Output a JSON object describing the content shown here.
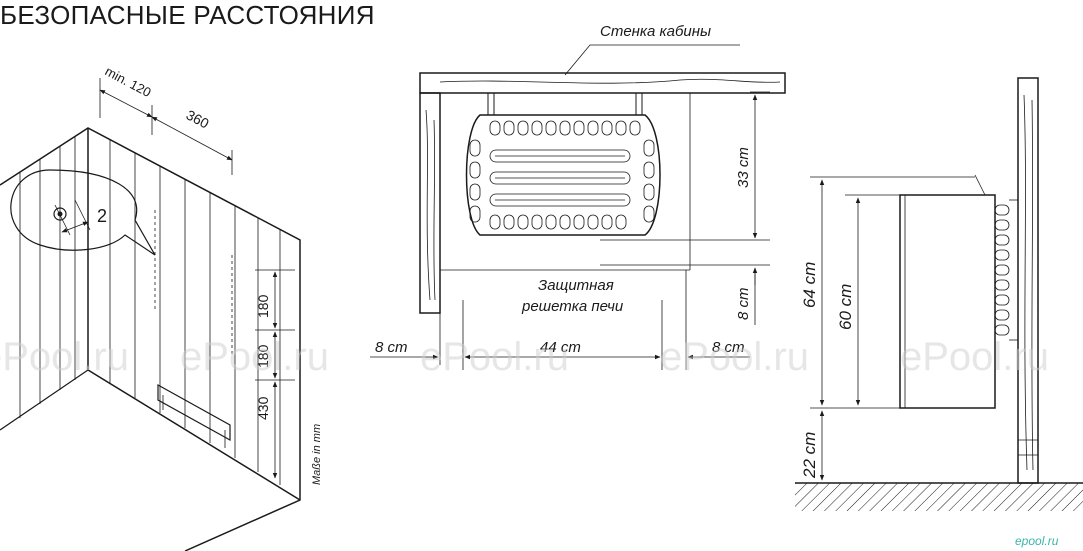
{
  "title": "БЕЗОПАСНЫЕ РАССТОЯНИЯ",
  "perspective": {
    "dims": [
      "min. 120",
      "360",
      "180",
      "180",
      "430"
    ],
    "callout": "2",
    "units_note": "Maße in mm"
  },
  "front": {
    "wall_label": "Стенка кабины",
    "grille_label_line1": "Защитная",
    "grille_label_line2": "решетка печи",
    "dim_top": "33 cm",
    "dim_bottom": "8 cm",
    "dim_left": "8 cm",
    "dim_width": "44 cm",
    "dim_right": "8 cm"
  },
  "side": {
    "dim_total": "64 cm",
    "dim_heater": "60 cm",
    "dim_floor": "22 cm"
  },
  "watermark": "ePool.ru",
  "logo": "epool.ru",
  "colors": {
    "line": "#1a1a1a",
    "watermark": "#cfcfcf",
    "logo": "#3cb5a8"
  }
}
